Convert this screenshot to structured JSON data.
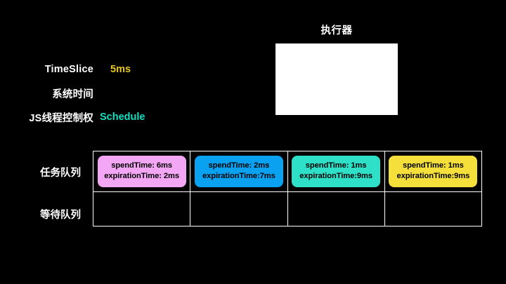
{
  "status": {
    "rows": [
      {
        "label": "TimeSlice",
        "value": "5ms",
        "kind": "timeslice"
      },
      {
        "label": "系统时间",
        "value": "",
        "kind": "systime"
      },
      {
        "label": "JS线程控制权",
        "value": "Schedule",
        "kind": "schedule"
      }
    ]
  },
  "executor": {
    "title": "执行器",
    "content": ""
  },
  "queues": {
    "task_label": "任务队列",
    "waiting_label": "等待队列",
    "task_items": [
      {
        "spend": "spendTime: 6ms",
        "expiration": "expirationTime: 2ms",
        "color": "#f3a6f3"
      },
      {
        "spend": "spendTime: 2ms",
        "expiration": "expirationTime:7ms",
        "color": "#09a1f0"
      },
      {
        "spend": "spendTime: 1ms",
        "expiration": "expirationTime:9ms",
        "color": "#2fe0c8"
      },
      {
        "spend": "spendTime: 1ms",
        "expiration": "expirationTime:9ms",
        "color": "#f5df3a"
      }
    ],
    "waiting_items": [
      "",
      "",
      "",
      ""
    ]
  },
  "colors": {
    "background": "#000000",
    "foreground": "#ffffff",
    "timeslice_value": "#e8c61a",
    "schedule_value": "#0ee0c2",
    "grid_line": "#ffffff",
    "executor_fill": "#ffffff"
  }
}
